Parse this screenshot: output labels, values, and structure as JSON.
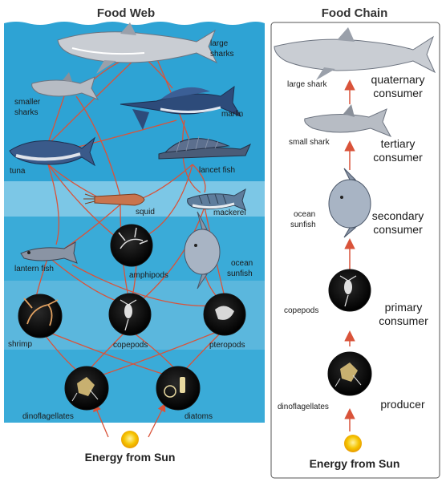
{
  "food_web": {
    "title": "Food Web",
    "labels": {
      "large_sharks": [
        "large",
        "sharks"
      ],
      "smaller_sharks": [
        "smaller",
        "sharks"
      ],
      "marlin": "marlin",
      "tuna": "tuna",
      "lancet_fish": "lancet fish",
      "squid": "squid",
      "mackerel": "mackerel",
      "lantern_fish": "lantern fish",
      "amphipods": "amphipods",
      "ocean_sunfish": [
        "ocean",
        "sunfish"
      ],
      "shrimp": "shrimp",
      "copepods": "copepods",
      "pteropods": "pteropods",
      "dinoflagellates": "dinoflagellates",
      "diatoms": "diatoms"
    },
    "energy": "Energy from Sun"
  },
  "food_chain": {
    "title": "Food Chain",
    "levels": [
      {
        "organism": "large shark",
        "tier": [
          "quaternary",
          "consumer"
        ]
      },
      {
        "organism": "small shark",
        "tier": [
          "tertiary",
          "consumer"
        ]
      },
      {
        "organism": [
          "ocean",
          "sunfish"
        ],
        "tier": [
          "secondary",
          "consumer"
        ]
      },
      {
        "organism": "copepods",
        "tier": [
          "primary",
          "consumer"
        ]
      },
      {
        "organism": "dinoflagellates",
        "tier": [
          "producer"
        ]
      }
    ],
    "energy": "Energy from Sun"
  },
  "colors": {
    "water_dark": "#2ea3d4",
    "water_light": "#7cc7e6",
    "arrow": "#d9533a",
    "sun": "#f5c400"
  }
}
